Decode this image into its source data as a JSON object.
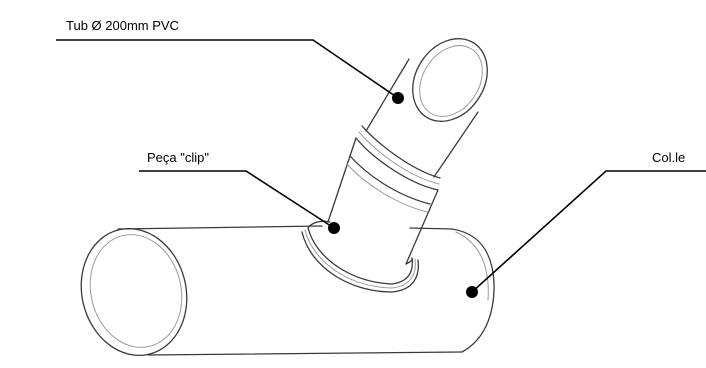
{
  "labels": {
    "tube": "Tub Ø 200mm PVC",
    "clip": "Peça \"clip\"",
    "collector": "Col.le"
  },
  "colors": {
    "line": "#3a3a3a",
    "leader": "#000000",
    "background": "#ffffff"
  }
}
